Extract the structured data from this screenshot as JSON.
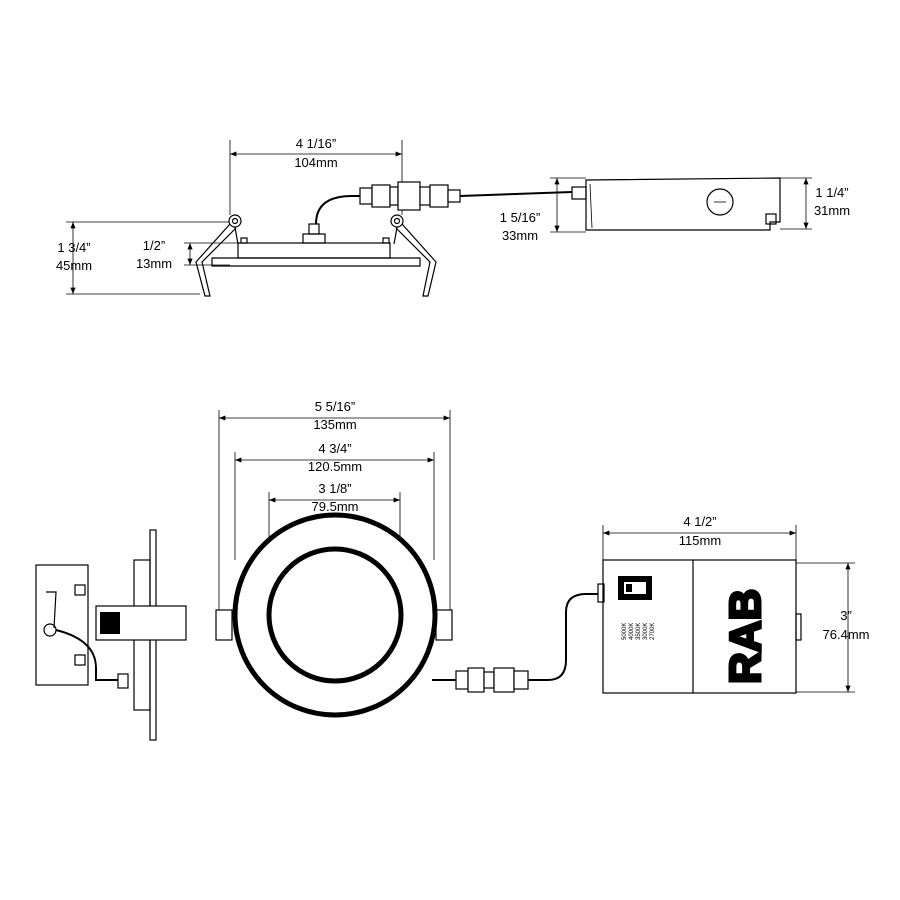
{
  "dimensions": {
    "top_width": {
      "imperial": "4 1/16”",
      "metric": "104mm"
    },
    "overall_height": {
      "imperial": "1 3/4”",
      "metric": "45mm"
    },
    "trim_height": {
      "imperial": "1/2”",
      "metric": "13mm"
    },
    "driver_height_inner": {
      "imperial": "1 5/16”",
      "metric": "33mm"
    },
    "driver_height_outer": {
      "imperial": "1 1/4”",
      "metric": "31mm"
    },
    "trim_diameter": {
      "imperial": "5 5/16”",
      "metric": "135mm"
    },
    "spring_span": {
      "imperial": "4 3/4”",
      "metric": "120.5mm"
    },
    "aperture": {
      "imperial": "3 1/8”",
      "metric": "79.5mm"
    },
    "driver_length": {
      "imperial": "4 1/2”",
      "metric": "115mm"
    },
    "driver_width": {
      "imperial": "3”",
      "metric": "76.4mm"
    }
  },
  "brand": "RAB",
  "cct_labels": [
    "5000K",
    "4000K",
    "3500K",
    "3000K",
    "2700K"
  ]
}
